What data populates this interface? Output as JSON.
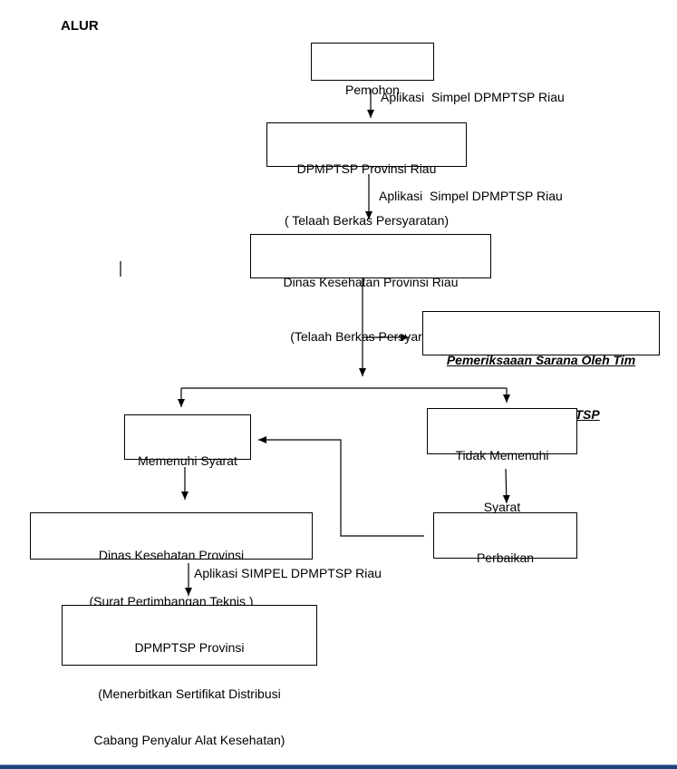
{
  "title": "ALUR",
  "steps": {
    "pemohon": [
      "Pemohon"
    ],
    "dpmptsp_riau": [
      "DPMPTSP Provinsi Riau",
      "( Telaah Berkas Persyaratan)"
    ],
    "dinkes_riau": [
      "Dinas Kesehatan Provinsi Riau",
      "(Telaah Berkas Persyaratan)"
    ],
    "pemeriksaan": [
      "Pemeriksaaan Sarana Oleh Tim",
      "Teknis & DPMPTSP"
    ],
    "memenuhi": [
      "Memenuhi Syarat"
    ],
    "tidak_memenuhi": [
      "Tidak Memenuhi",
      "Syarat"
    ],
    "dinkes_provinsi": [
      "Dinas Kesehatan Provinsi",
      "(Surat Pertimbangan Teknis )"
    ],
    "perbaikan": [
      "Perbaikan"
    ],
    "dpmptsp_provinsi": [
      "DPMPTSP Provinsi",
      "(Menerbitkan Sertifikat Distribusi",
      "Cabang Penyalur Alat Kesehatan)"
    ]
  },
  "labels": {
    "arrow1": "Aplikasi  Simpel DPMPTSP Riau",
    "arrow2": "Aplikasi  Simpel DPMPTSP Riau",
    "arrow3": "Aplikasi SIMPEL DPMPTSP Riau"
  },
  "colors": {
    "line": "#000000",
    "footer_bar": "#1f4478"
  }
}
